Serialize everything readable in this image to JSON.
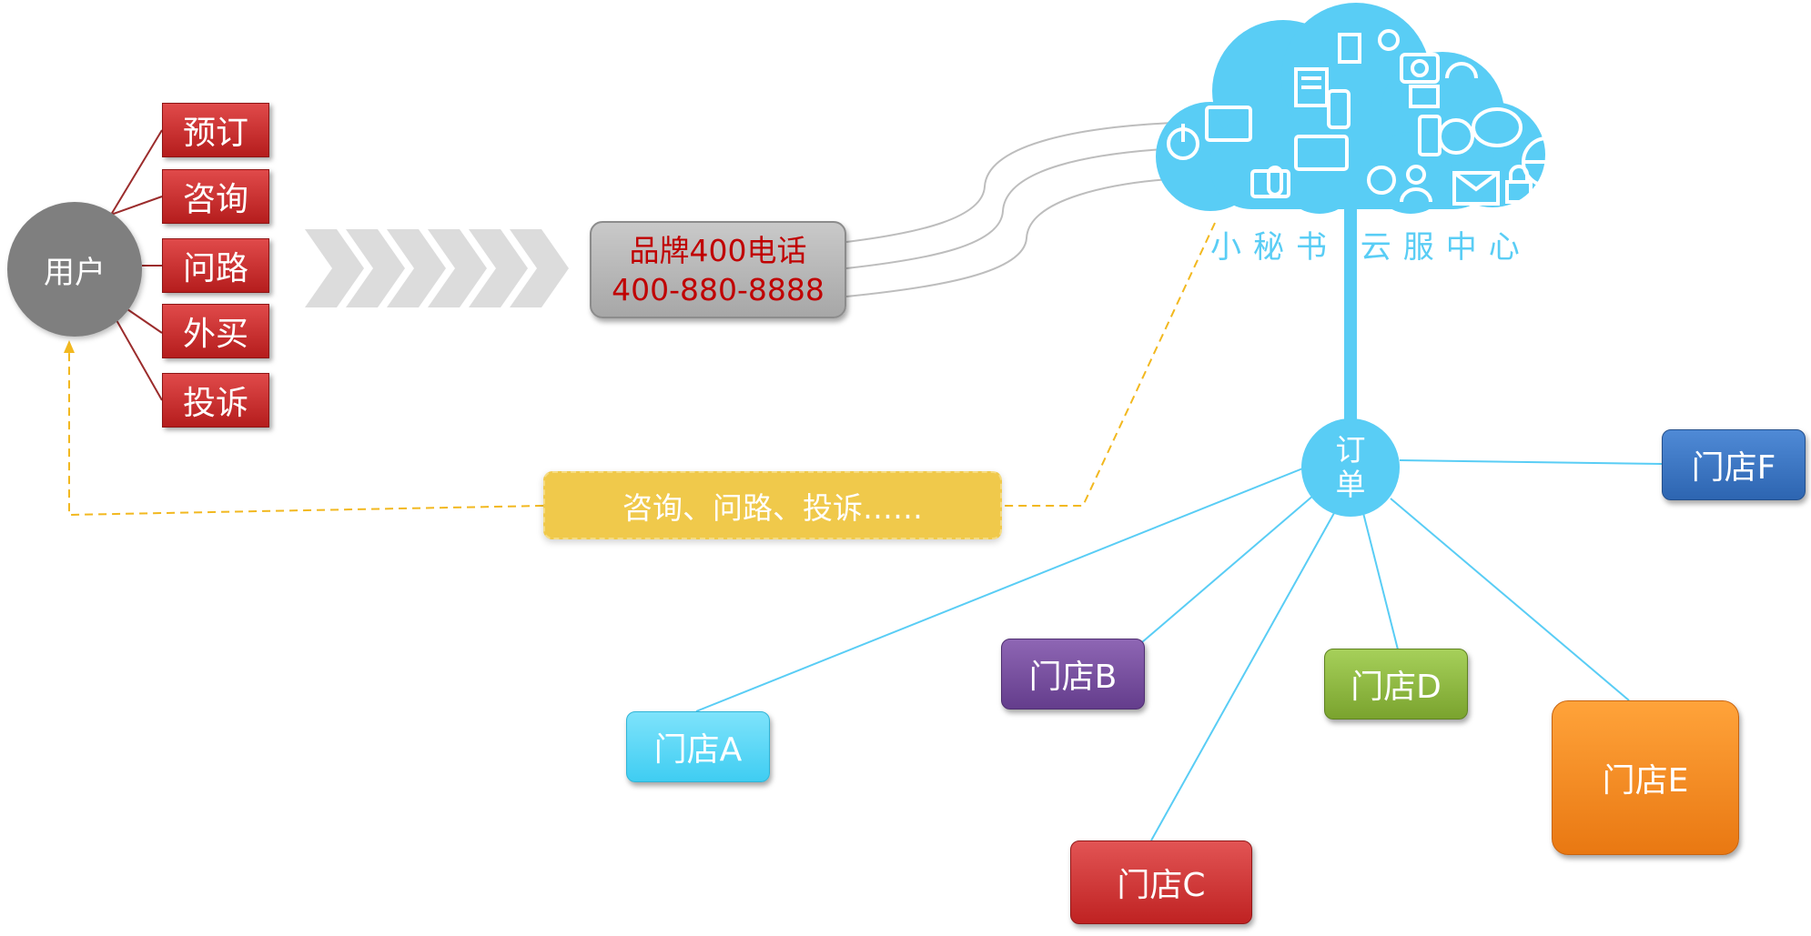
{
  "user": {
    "label": "用户"
  },
  "actions": [
    "预订",
    "咨询",
    "问路",
    "外买",
    "投诉"
  ],
  "phone": {
    "line1": "品牌400电话",
    "line2": "400-880-8888"
  },
  "feedback_note": "咨询、问路、投诉……",
  "cloud": {
    "label": "小秘书 云服中心",
    "icon": "cloud-services-icon"
  },
  "order_node": {
    "label_line1": "订",
    "label_line2": "单"
  },
  "stores": {
    "a": "门店A",
    "b": "门店B",
    "c": "门店C",
    "d": "门店D",
    "e": "门店E",
    "f": "门店F"
  },
  "colors": {
    "user": "#7f7f7f",
    "action": "#c62828",
    "phone_text": "#c00000",
    "note": "#f0c94b",
    "cloud": "#59cdf5",
    "store_a": "#59d8f7",
    "store_b": "#7a4fa0",
    "store_c": "#d73b3b",
    "store_d": "#8fbb3f",
    "store_e": "#f58a1f",
    "store_f": "#3a76c4"
  }
}
